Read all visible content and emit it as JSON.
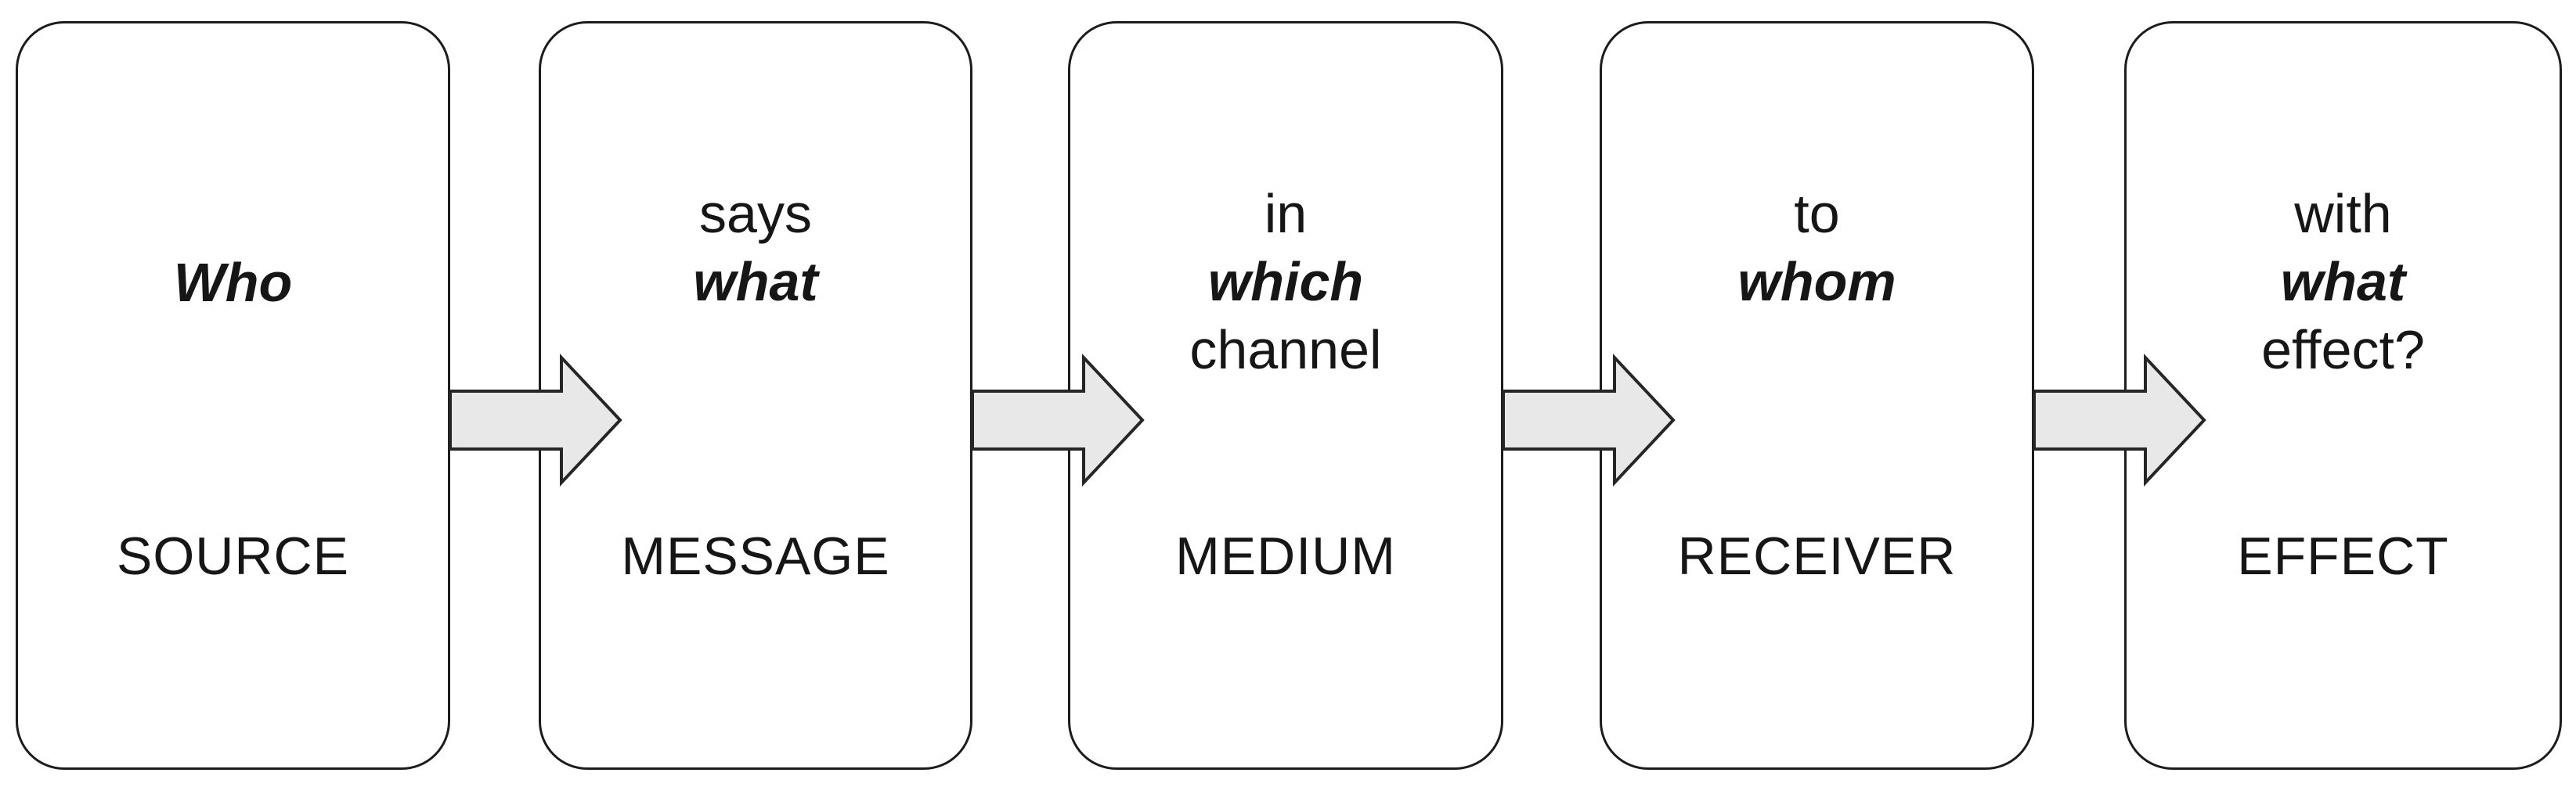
{
  "colors": {
    "background": "#ffffff",
    "box_border": "#1c1c1c",
    "text": "#161616",
    "arrow_fill": "#e8e8e8",
    "arrow_stroke": "#262626"
  },
  "boxes": [
    {
      "label": "SOURCE",
      "question_lines": [
        {
          "text": "Who",
          "emphasis": true
        }
      ]
    },
    {
      "label": "MESSAGE",
      "question_lines": [
        {
          "text": "says",
          "emphasis": false
        },
        {
          "text": "what",
          "emphasis": true
        }
      ]
    },
    {
      "label": "MEDIUM",
      "question_lines": [
        {
          "text": "in",
          "emphasis": false
        },
        {
          "text": "which",
          "emphasis": true
        },
        {
          "text": "channel",
          "emphasis": false
        }
      ]
    },
    {
      "label": "RECEIVER",
      "question_lines": [
        {
          "text": "to",
          "emphasis": false
        },
        {
          "text": "whom",
          "emphasis": true
        }
      ]
    },
    {
      "label": "EFFECT",
      "question_lines": [
        {
          "text": "with",
          "emphasis": false
        },
        {
          "text": "what",
          "emphasis": true
        },
        {
          "text": "effect?",
          "emphasis": false
        }
      ]
    }
  ],
  "arrows": [
    {
      "from": "SOURCE",
      "to": "MESSAGE"
    },
    {
      "from": "MESSAGE",
      "to": "MEDIUM"
    },
    {
      "from": "MEDIUM",
      "to": "RECEIVER"
    },
    {
      "from": "RECEIVER",
      "to": "EFFECT"
    }
  ]
}
